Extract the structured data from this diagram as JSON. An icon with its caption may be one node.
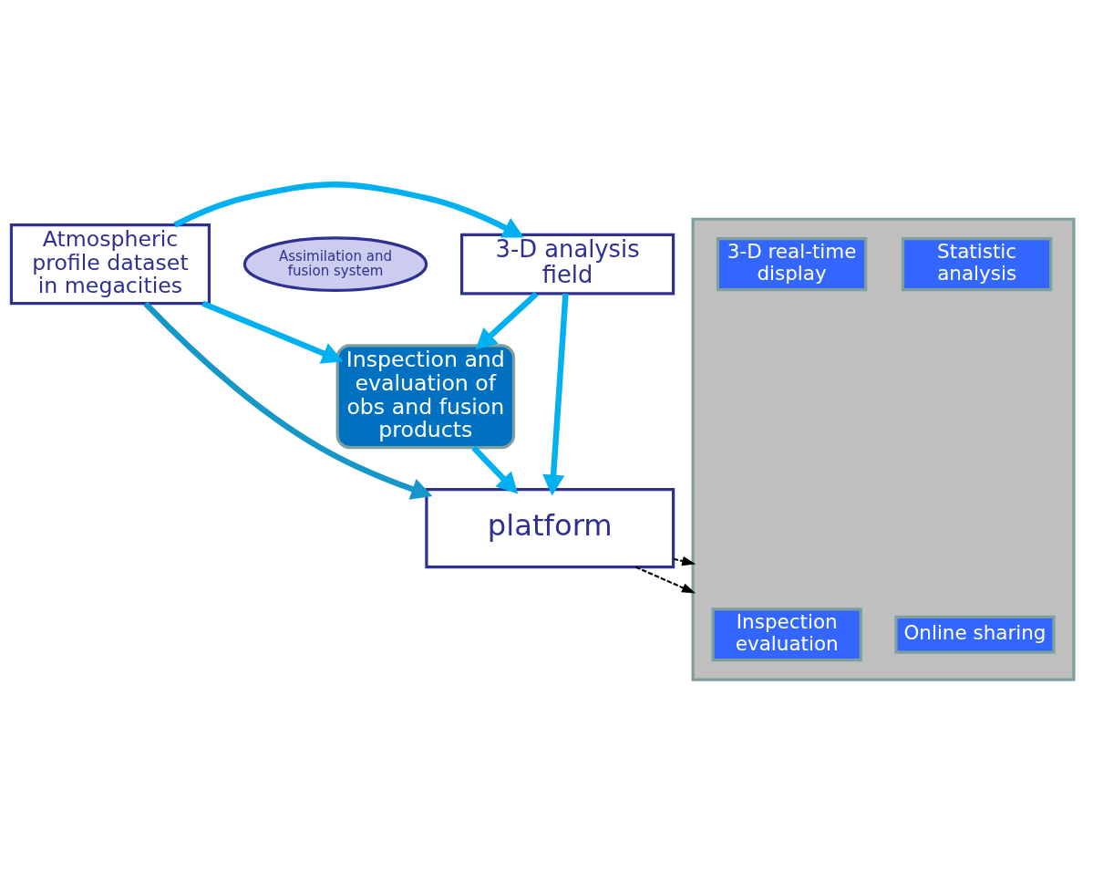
{
  "diagram": {
    "nodes": [
      {
        "text": [
          "Atmospheric profile dataset in megacities"
        ]
      },
      {
        "text": [
          "Assimilation and fusion system"
        ]
      },
      {
        "text": [
          "3-D analysis field"
        ]
      },
      {
        "text": [
          "Inspection and evaluation of obs and fusion products"
        ]
      },
      {
        "text": [
          "platform"
        ]
      },
      {
        "text": [],
        "shape": "box"
      },
      {
        "text": [
          "Online sharing"
        ],
        "in": 5
      },
      {
        "text": [
          "Statistic analysis"
        ],
        "in": 5
      },
      {
        "text": [
          "3-D real-time display"
        ],
        "in": 5
      },
      {
        "text": [
          "Inspection evaluation"
        ],
        "in": 5
      }
    ],
    "edges": [
      {
        "from": 0,
        "to": 2,
        "arrow": "to"
      },
      {
        "from": 0,
        "to": 3,
        "arrow": "to"
      },
      {
        "from": 2,
        "to": 3,
        "arrow": "to"
      },
      {
        "from": 0,
        "to": 4,
        "arrow": "to",
        "color": "#1597c9"
      },
      {
        "from": 3,
        "to": 4,
        "arrow": "to"
      },
      {
        "from": 2,
        "to": 4,
        "arrow": "to"
      },
      {
        "from": 4,
        "to": 5,
        "arrow": "to",
        "style": "dashed",
        "color": "#000000"
      },
      {
        "from": 4,
        "to": 5,
        "arrow": "to",
        "style": "dashed",
        "color": "#000000"
      }
    ]
  }
}
